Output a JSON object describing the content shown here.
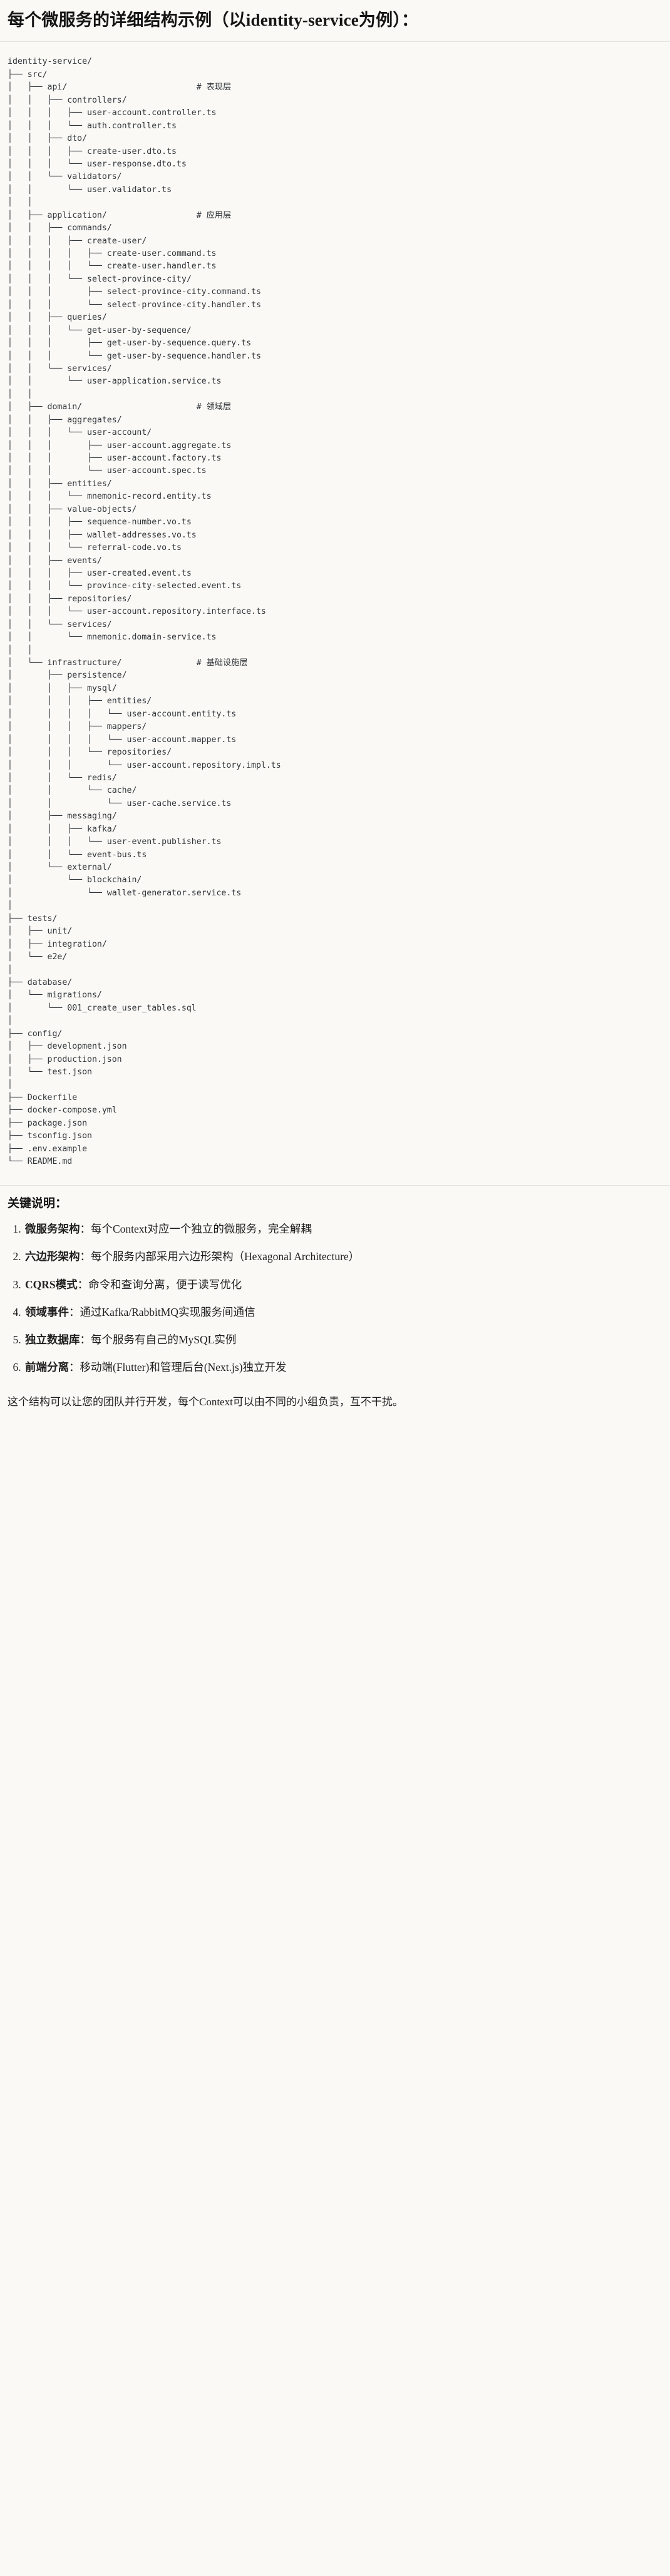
{
  "document": {
    "heading": "每个微服务的详细结构示例（以identity-service为例）：",
    "tree_root": "identity-service/",
    "tree_text": "identity-service/\n├── src/\n│   ├── api/                          # 表现层\n│   │   ├── controllers/\n│   │   │   ├── user-account.controller.ts\n│   │   │   └── auth.controller.ts\n│   │   ├── dto/\n│   │   │   ├── create-user.dto.ts\n│   │   │   └── user-response.dto.ts\n│   │   └── validators/\n│   │       └── user.validator.ts\n│   │\n│   ├── application/                  # 应用层\n│   │   ├── commands/\n│   │   │   ├── create-user/\n│   │   │   │   ├── create-user.command.ts\n│   │   │   │   └── create-user.handler.ts\n│   │   │   └── select-province-city/\n│   │   │       ├── select-province-city.command.ts\n│   │   │       └── select-province-city.handler.ts\n│   │   ├── queries/\n│   │   │   └── get-user-by-sequence/\n│   │   │       ├── get-user-by-sequence.query.ts\n│   │   │       └── get-user-by-sequence.handler.ts\n│   │   └── services/\n│   │       └── user-application.service.ts\n│   │\n│   ├── domain/                       # 领域层\n│   │   ├── aggregates/\n│   │   │   └── user-account/\n│   │   │       ├── user-account.aggregate.ts\n│   │   │       ├── user-account.factory.ts\n│   │   │       └── user-account.spec.ts\n│   │   ├── entities/\n│   │   │   └── mnemonic-record.entity.ts\n│   │   ├── value-objects/\n│   │   │   ├── sequence-number.vo.ts\n│   │   │   ├── wallet-addresses.vo.ts\n│   │   │   └── referral-code.vo.ts\n│   │   ├── events/\n│   │   │   ├── user-created.event.ts\n│   │   │   └── province-city-selected.event.ts\n│   │   ├── repositories/\n│   │   │   └── user-account.repository.interface.ts\n│   │   └── services/\n│   │       └── mnemonic.domain-service.ts\n│   │\n│   └── infrastructure/               # 基础设施层\n│       ├── persistence/\n│       │   ├── mysql/\n│       │   │   ├── entities/\n│       │   │   │   └── user-account.entity.ts\n│       │   │   ├── mappers/\n│       │   │   │   └── user-account.mapper.ts\n│       │   │   └── repositories/\n│       │   │       └── user-account.repository.impl.ts\n│       │   └── redis/\n│       │       └── cache/\n│       │           └── user-cache.service.ts\n│       ├── messaging/\n│       │   ├── kafka/\n│       │   │   └── user-event.publisher.ts\n│       │   └── event-bus.ts\n│       └── external/\n│           └── blockchain/\n│               └── wallet-generator.service.ts\n│\n├── tests/\n│   ├── unit/\n│   ├── integration/\n│   └── e2e/\n│\n├── database/\n│   └── migrations/\n│       └── 001_create_user_tables.sql\n│\n├── config/\n│   ├── development.json\n│   ├── production.json\n│   └── test.json\n│\n├── Dockerfile\n├── docker-compose.yml\n├── package.json\n├── tsconfig.json\n├── .env.example\n└── README.md",
    "layer_comments": [
      {
        "path": "api/",
        "comment": "# 表现层"
      },
      {
        "path": "application/",
        "comment": "# 应用层"
      },
      {
        "path": "domain/",
        "comment": "# 领域层"
      },
      {
        "path": "infrastructure/",
        "comment": "# 基础设施层"
      }
    ]
  },
  "keypoints": {
    "title": "关键说明：",
    "items": [
      {
        "term": "微服务架构",
        "sep": "：",
        "desc": "每个Context对应一个独立的微服务，完全解耦"
      },
      {
        "term": "六边形架构",
        "sep": "：",
        "desc": "每个服务内部采用六边形架构（Hexagonal Architecture）"
      },
      {
        "term": "CQRS模式",
        "sep": "：",
        "desc": "命令和查询分离，便于读写优化"
      },
      {
        "term": "领域事件",
        "sep": "：",
        "desc": "通过Kafka/RabbitMQ实现服务间通信"
      },
      {
        "term": "独立数据库",
        "sep": "：",
        "desc": "每个服务有自己的MySQL实例"
      },
      {
        "term": "前端分离",
        "sep": "：",
        "desc": "移动端(Flutter)和管理后台(Next.js)独立开发"
      }
    ]
  },
  "closing": {
    "text": "这个结构可以让您的团队并行开发，每个Context可以由不同的小组负责，互不干扰。"
  },
  "colors": {
    "background": "#faf9f6",
    "text": "#1f1f1f",
    "code_text": "#2f3337",
    "rule": "#e4e2dd"
  }
}
